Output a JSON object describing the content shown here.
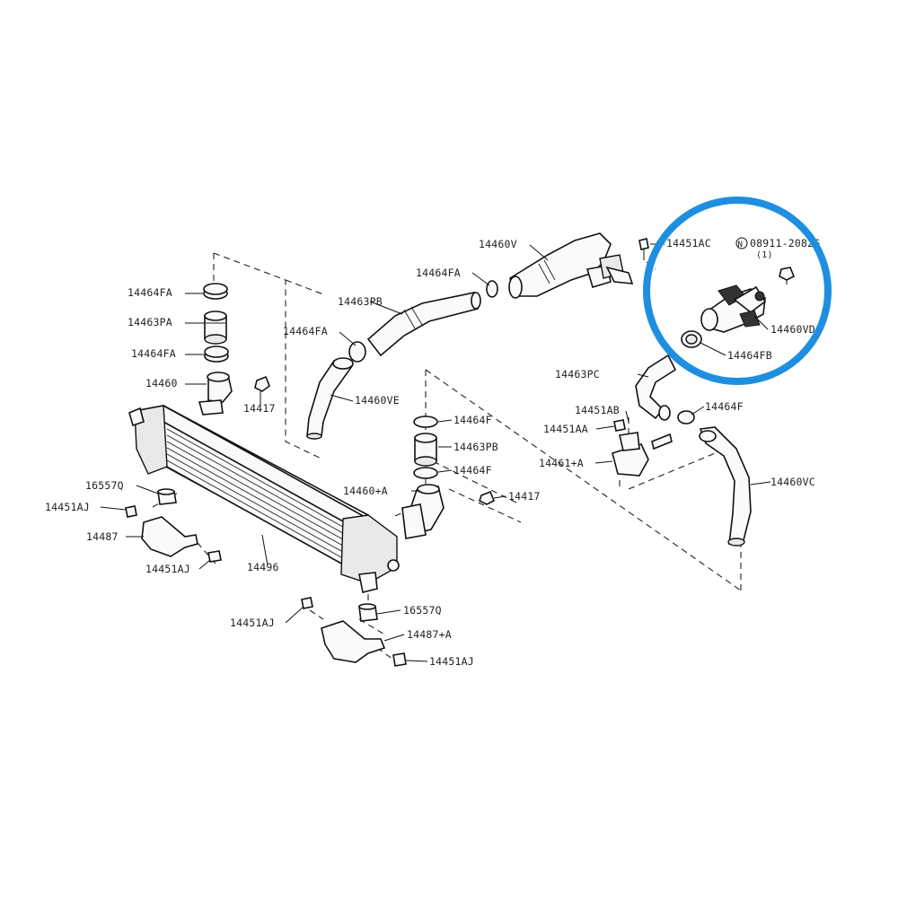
{
  "diagram": {
    "highlight_color": "#1e8fe0",
    "labels": {
      "l_14460V": "14460V",
      "l_14451AC": "14451AC",
      "l_08911": "08911-2082G",
      "l_qty": "(1)",
      "l_14464FA_top": "14464FA",
      "l_14463PB_hose": "14463PB",
      "l_14464FA_a": "14464FA",
      "l_14463PA": "14463PA",
      "l_14464FA_b": "14464FA",
      "l_14460VD": "14460VD",
      "l_14464FB": "14464FB",
      "l_14464FA_c": "14464FA",
      "l_14463PC": "14463PC",
      "l_14460": "14460",
      "l_14417_left": "14417",
      "l_14460VE": "14460VE",
      "l_14464F_right": "14464F",
      "l_14451AB": "14451AB",
      "l_14451AA": "14451AA",
      "l_14464F_mid": "14464F",
      "l_14463PB": "14463PB",
      "l_14461A": "14461+A",
      "l_14464F_mid2": "14464F",
      "l_16557Q_left": "16557Q",
      "l_14460A": "14460+A",
      "l_14417_mid": "14417",
      "l_14460VC": "14460VC",
      "l_14451AJ_left": "14451AJ",
      "l_14487": "14487",
      "l_14451AJ_mid": "14451AJ",
      "l_14496": "14496",
      "l_14451AJ_bot": "14451AJ",
      "l_16557Q_bot": "16557Q",
      "l_14487A": "14487+A",
      "l_14451AJ_bot2": "14451AJ",
      "n_symbol": "N"
    }
  }
}
